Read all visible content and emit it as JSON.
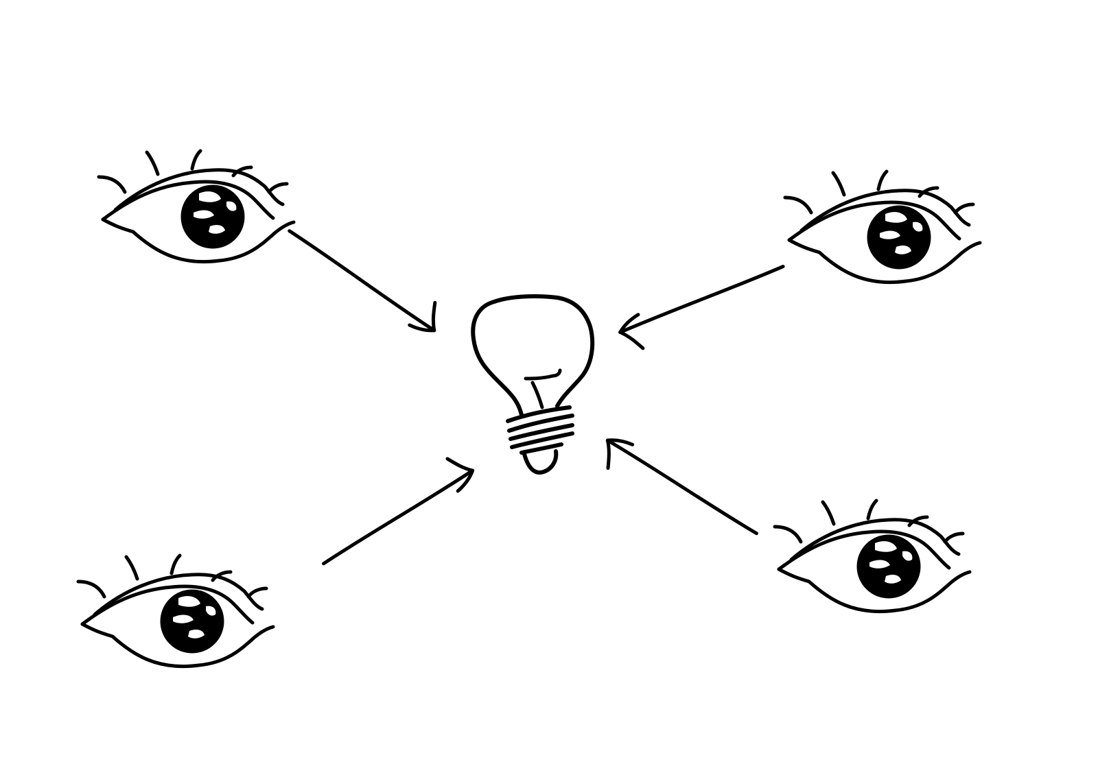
{
  "diagram": {
    "style": "hand-drawn black ink sketch on white",
    "ink_color": "#000000",
    "background_color": "#ffffff",
    "center_icon": "lightbulb-icon",
    "observer_icon": "eye-icon",
    "observer_count": 4,
    "arrow_direction": "toward-center"
  }
}
